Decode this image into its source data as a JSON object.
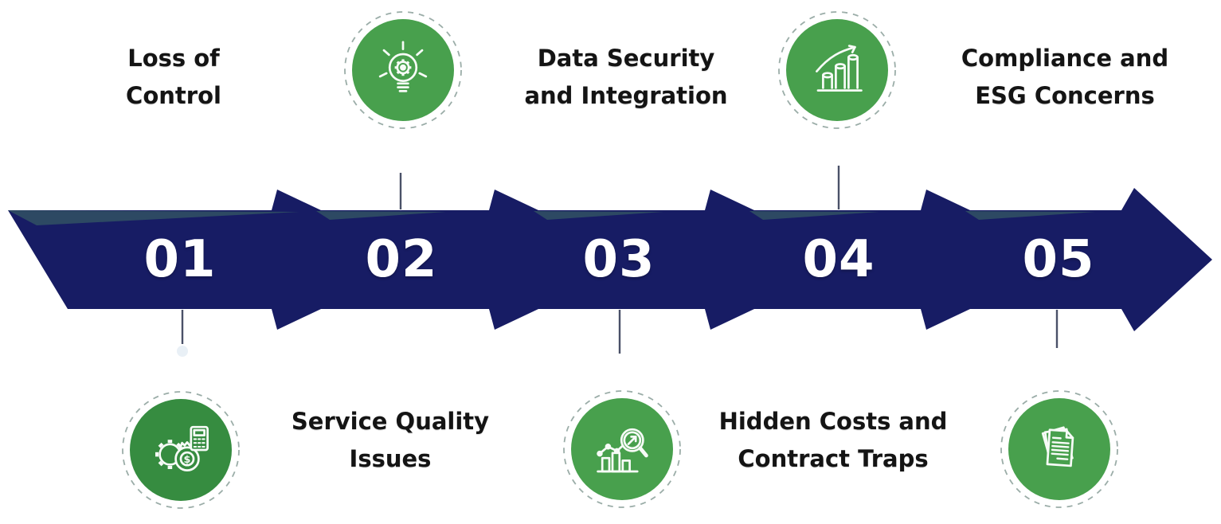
{
  "colors": {
    "arrow": "#171c64",
    "arrow_shadow": "#2d4963",
    "green": "#48a04d",
    "green_dark": "#368c40",
    "ring": "#9bada8",
    "text": "#141414",
    "number": "#ffffff",
    "connector": "#4a5168",
    "dot": "#e9f0f6",
    "background": "#ffffff"
  },
  "steps": [
    {
      "number": "01",
      "title_lines": [
        "Loss of",
        "Control"
      ],
      "title_position": "top",
      "icon": "gear-money-calculator-icon",
      "icon_position": "bottom"
    },
    {
      "number": "02",
      "title_lines": [
        "Service Quality",
        "Issues"
      ],
      "title_position": "bottom",
      "icon": "idea-bulb-gear-icon",
      "icon_position": "top"
    },
    {
      "number": "03",
      "title_lines": [
        "Data Security",
        "and Integration"
      ],
      "title_position": "top",
      "icon": "chart-magnifier-icon",
      "icon_position": "bottom"
    },
    {
      "number": "04",
      "title_lines": [
        "Hidden Costs and",
        "Contract Traps"
      ],
      "title_position": "bottom",
      "icon": "growth-bars-arrow-icon",
      "icon_position": "top"
    },
    {
      "number": "05",
      "title_lines": [
        "Compliance and",
        "ESG Concerns"
      ],
      "title_position": "top",
      "icon": "documents-stack-icon",
      "icon_position": "bottom"
    }
  ]
}
